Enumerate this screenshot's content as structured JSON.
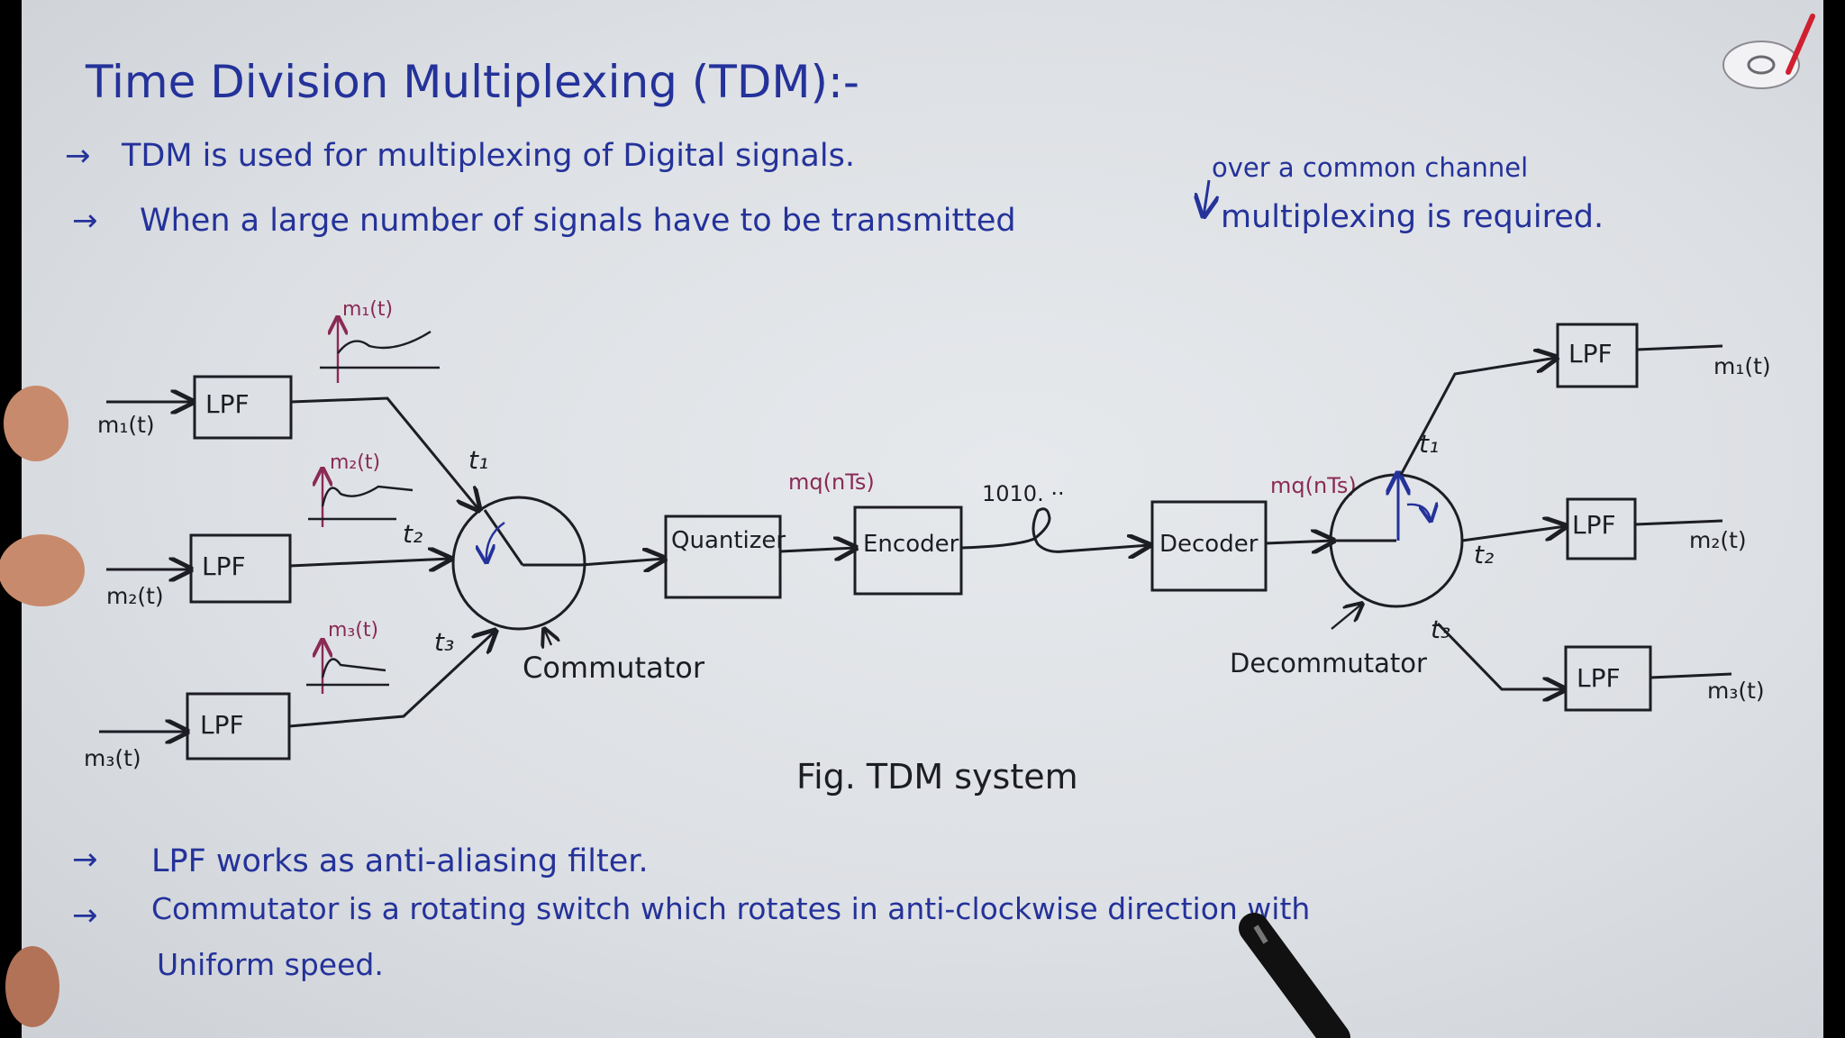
{
  "title": "Time Division Multiplexing (TDM):-",
  "bullets_top": [
    {
      "arrow": "→",
      "text": "TDM is used for multiplexing of Digital signals."
    },
    {
      "arrow": "→",
      "text": "When a large number of signals have to be transmitted",
      "insert": "over a common channel",
      "tail": "multiplexing is required."
    }
  ],
  "diagram": {
    "inputs": [
      "m₁(t)",
      "m₂(t)",
      "m₃(t)"
    ],
    "lpf_label": "LPF",
    "inset_labels": [
      "m₁(t)",
      "m₂(t)",
      "m₃(t)"
    ],
    "time_labels_tx": [
      "t₁",
      "t₂",
      "t₃"
    ],
    "commutator_label": "Commutator",
    "quantizer_label": "Quantizer",
    "mq_label": "mq(nTs)",
    "encoder_label": "Encoder",
    "bits_label": "1010. ··",
    "decoder_label": "Decoder",
    "mq_label_rx": "mq(nTs)",
    "decommutator_label": "Decommutator",
    "time_labels_rx": [
      "t₁",
      "t₂",
      "t₃"
    ],
    "outputs": [
      "m₁(t)",
      "m₂(t)",
      "m₃(t)"
    ]
  },
  "caption": "Fig. TDM system",
  "bullets_bottom": [
    {
      "arrow": "→",
      "text": "LPF works as anti-aliasing filter."
    },
    {
      "arrow": "→",
      "text": "Commutator is a rotating switch which rotates in anti-clockwise direction with",
      "cont": "Uniform speed."
    }
  ]
}
